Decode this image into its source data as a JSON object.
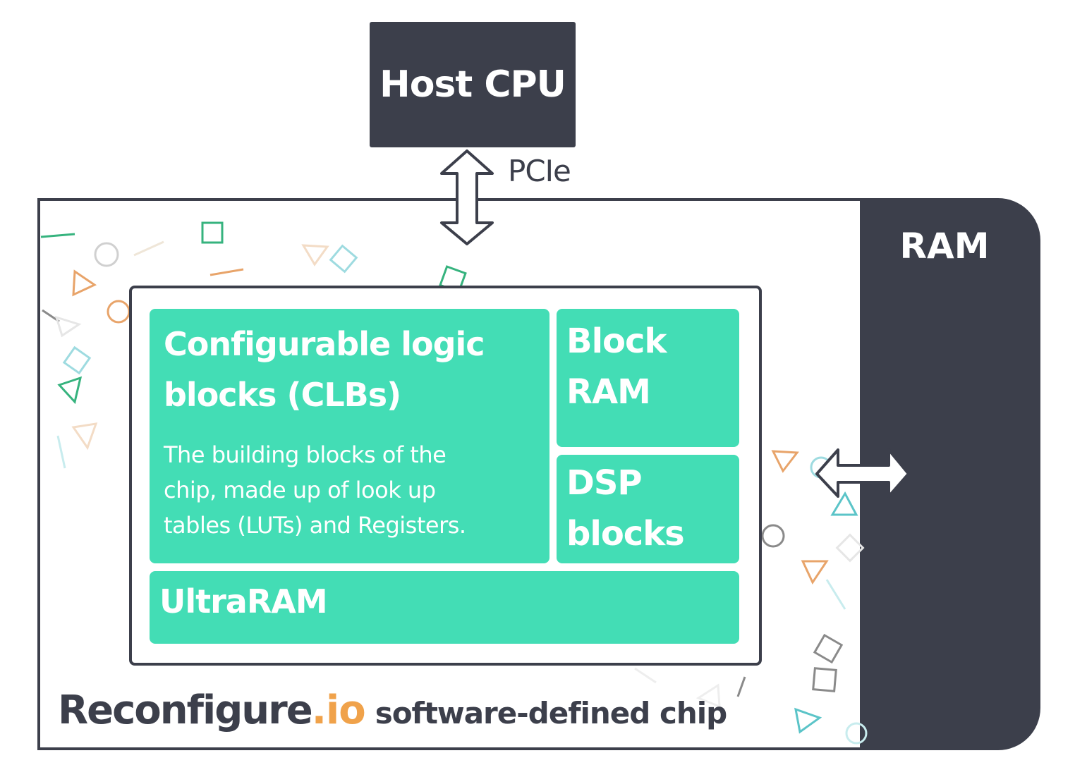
{
  "host_cpu": {
    "label": "Host CPU"
  },
  "link": {
    "label": "PCIe"
  },
  "ram": {
    "label": "RAM"
  },
  "fpga": {
    "clb": {
      "title_line1": "Configurable logic",
      "title_line2": "blocks (CLBs)",
      "desc_line1": "The building blocks of the",
      "desc_line2": "chip, made up of look up",
      "desc_line3": "tables (LUTs) and Registers."
    },
    "block_ram": {
      "line1": "Block",
      "line2": "RAM"
    },
    "dsp": {
      "line1": "DSP",
      "line2": "blocks"
    },
    "ultraram": {
      "label": "UltraRAM"
    }
  },
  "footer": {
    "brand": "Reconfigure",
    "brand_accent": ".io",
    "tagline": "software-defined chip"
  },
  "colors": {
    "dark": "#3c3f4b",
    "block_green": "#43ddb5",
    "accent_orange": "#f0a24a",
    "confetti_green": "#36b37e",
    "confetti_teal": "#5bc4c8",
    "confetti_orange": "#e8a46a",
    "confetti_gray": "#8a8a8a"
  },
  "icons": [
    "double-arrow-vertical-icon",
    "double-arrow-horizontal-icon"
  ]
}
